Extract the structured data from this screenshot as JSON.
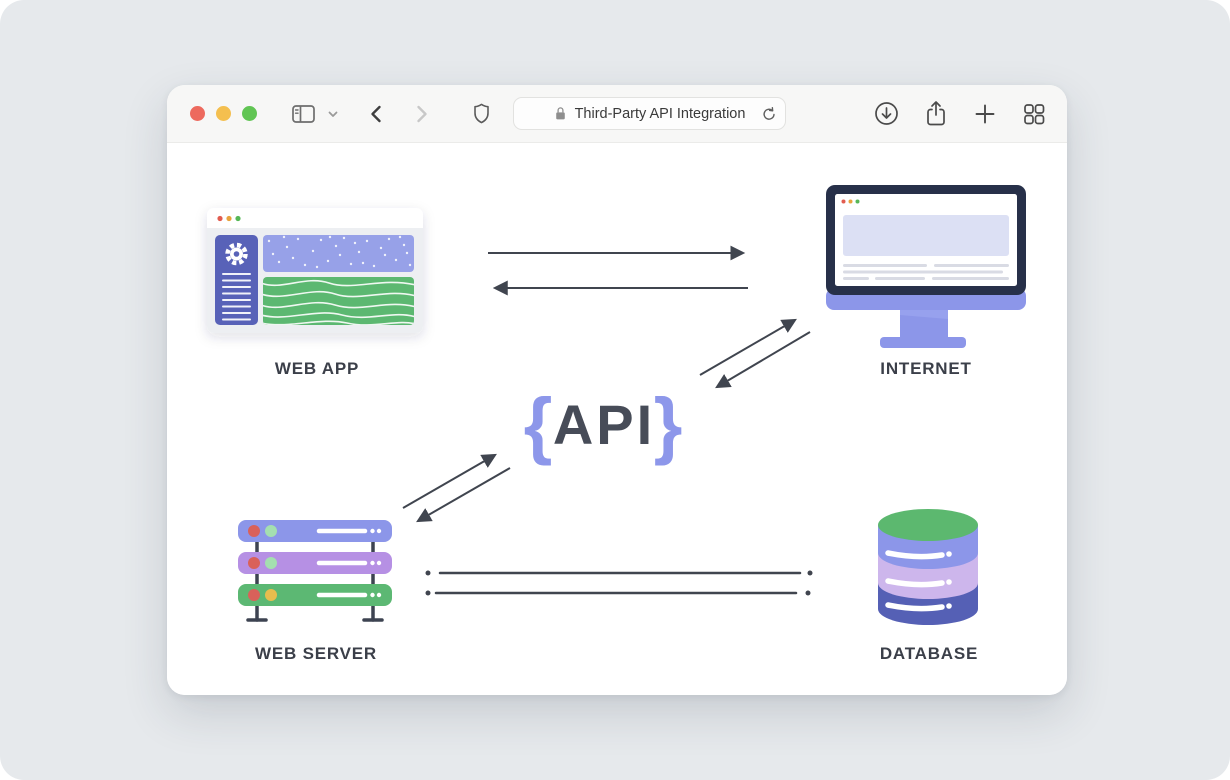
{
  "browser": {
    "toolbar": {
      "address_bar": {
        "text": "Third-Party API Integration",
        "lock_icon": "lock"
      },
      "icons": {
        "sidebar": "sidebar-panel",
        "tab_group_chevron": "chevron-down",
        "back": "chevron-left",
        "forward": "chevron-right",
        "privacy": "shield",
        "reload": "refresh-arrow",
        "downloads": "circle-arrow-down",
        "share": "square-arrow-up",
        "new_tab": "plus",
        "tab_overview": "grid-2x2"
      },
      "traffic_light_colors": {
        "close": "#ed6a5e",
        "minimize": "#f4bf4f",
        "zoom": "#61c554"
      }
    }
  },
  "diagram": {
    "title_implied": "Third-Party API Integration",
    "nodes": {
      "web_app": {
        "label": "WEB APP"
      },
      "internet": {
        "label": "INTERNET"
      },
      "web_server": {
        "label": "WEB SERVER"
      },
      "database": {
        "label": "DATABASE"
      }
    },
    "api": {
      "open_brace": "{",
      "label": "API",
      "close_brace": "}"
    },
    "connections": [
      {
        "from": "web_app",
        "to": "internet",
        "style": "arrow-right"
      },
      {
        "from": "internet",
        "to": "web_app",
        "style": "arrow-left"
      },
      {
        "from": "api",
        "to": "internet",
        "style": "arrow-up-right"
      },
      {
        "from": "internet",
        "to": "api",
        "style": "arrow-down-left"
      },
      {
        "from": "web_server",
        "to": "api",
        "style": "arrow-up-right"
      },
      {
        "from": "api",
        "to": "web_server",
        "style": "arrow-down-left"
      },
      {
        "from": "web_server",
        "to": "database",
        "style": "dotted-end-line"
      },
      {
        "from": "database",
        "to": "web_server",
        "style": "dotted-end-line"
      }
    ],
    "colors": {
      "connector": "#40454f",
      "label_text": "#3b3f49",
      "periwinkle": "#8c96e9",
      "indigo": "#5862b8",
      "green": "#5cb871",
      "violet": "#b690e4",
      "lavender": "#cdb6ec",
      "dark_indigo": "#5560b5",
      "monitor_frame": "#273049",
      "api_text": "#474c58",
      "api_brace": "#8d97ea"
    }
  }
}
